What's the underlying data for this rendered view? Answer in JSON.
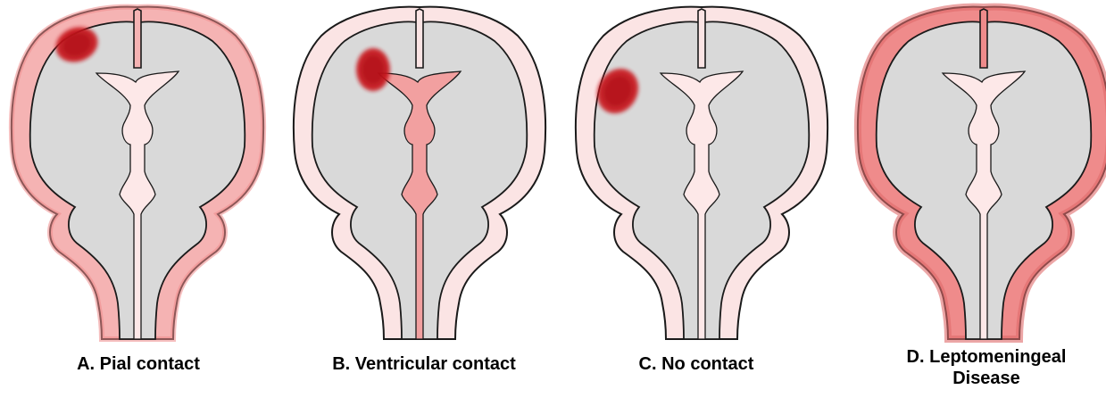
{
  "panels": [
    {
      "id": "A",
      "label": "A. Pial contact",
      "label_lines": [
        "A. Pial contact"
      ],
      "lesion": "pial",
      "meningeal_enhancement": "mild-diffuse",
      "ventricle_enhancement": false
    },
    {
      "id": "B",
      "label": "B. Ventricular contact",
      "label_lines": [
        "B. Ventricular contact"
      ],
      "lesion": "ventricular",
      "meningeal_enhancement": "faint",
      "ventricle_enhancement": true
    },
    {
      "id": "C",
      "label": "C. No contact",
      "label_lines": [
        "C. No contact"
      ],
      "lesion": "none",
      "meningeal_enhancement": "faint",
      "ventricle_enhancement": false
    },
    {
      "id": "D",
      "label": "D. Leptomeningeal Disease",
      "label_lines": [
        "D. Leptomeningeal",
        "Disease"
      ],
      "lesion": "absent",
      "meningeal_enhancement": "strong-diffuse",
      "ventricle_enhancement": false
    }
  ],
  "colors": {
    "brain": "#d9d9d9",
    "outline": "#1a1a1a",
    "lesion": "#c8141c",
    "meninges_strong": "#ef8b8b",
    "meninges_mild": "#f5b3b3",
    "meninges_faint": "#fbe4e4",
    "ventricle": "#fde8e8",
    "ventricle_enhanced": "#f2a0a0"
  }
}
